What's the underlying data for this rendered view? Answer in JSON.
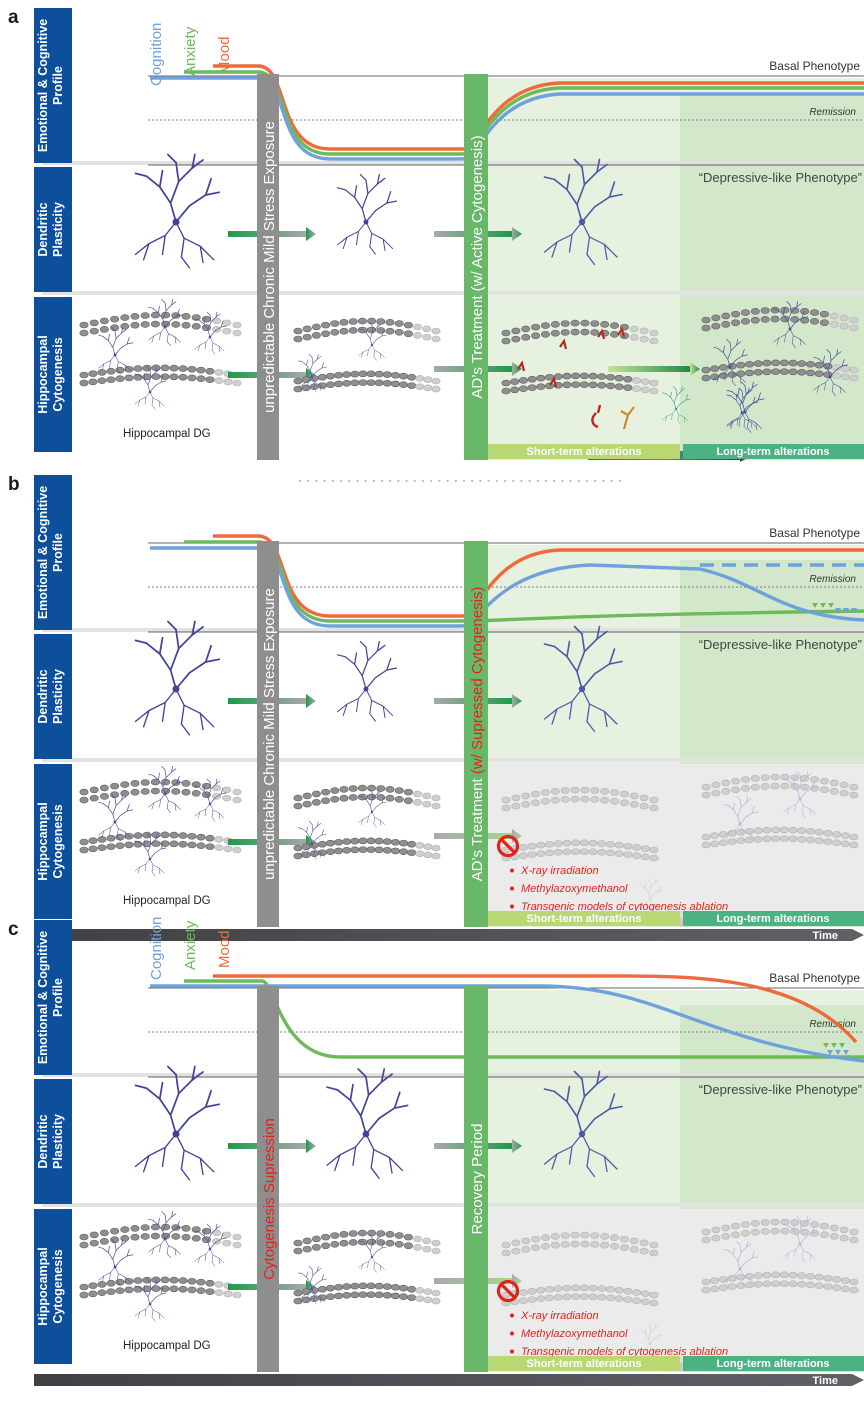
{
  "common": {
    "row_labels": {
      "profile": [
        "Emotional & Cognitive",
        "Profile"
      ],
      "dendritic": [
        "Dendritic",
        "Plasticity"
      ],
      "cytogenesis": [
        "Hippocampal",
        "Cytogenesis"
      ]
    },
    "basal": "Basal Phenotype",
    "remission": "Remission",
    "depressive": "“Depressive-like Phenotype”",
    "dg": "Hippocampal DG",
    "short_term": "Short-term alterations",
    "long_term": "Long-term alterations",
    "time": "Time",
    "line_legend": {
      "cognition": "Cognition",
      "anxiety": "Anxiety",
      "mood": "Mood"
    },
    "ablation_methods": [
      "X-ray irradiation",
      "Methylazoxymethanol",
      "Transgenic models of cytogenesis ablation"
    ],
    "colors": {
      "panel_label": "#0e4f9c",
      "cognition": "#6fa1dc",
      "anxiety": "#6cba5a",
      "mood": "#ef6a3a",
      "treatment_bar": "#69b86a",
      "stress_bar": "#8e8e8e",
      "short_term": "#b9d874",
      "long_term": "#4cb284",
      "suppressed_text": "#e2231a"
    }
  },
  "panels": [
    {
      "letter": "a",
      "gray_bar": "unpredictable Chronic Mild Stress Exposure",
      "green_bar_prefix": "AD’s Treatment ",
      "green_bar_highlight": "(w/ Active Cytogenesis)",
      "legend_order": [
        "cognition",
        "anxiety",
        "mood"
      ]
    },
    {
      "letter": "b",
      "gray_bar": "unpredictable Chronic Mild Stress Exposure",
      "green_bar_prefix": "AD’s Treatment ",
      "green_bar_highlight": "(w/ Supressed Cytogenesis)"
    },
    {
      "letter": "c",
      "gray_bar": "Cytogenesis Supression",
      "green_bar_prefix": "Recovery Period",
      "green_bar_highlight": "",
      "legend_order": [
        "cognition",
        "anxiety",
        "mood"
      ]
    }
  ]
}
